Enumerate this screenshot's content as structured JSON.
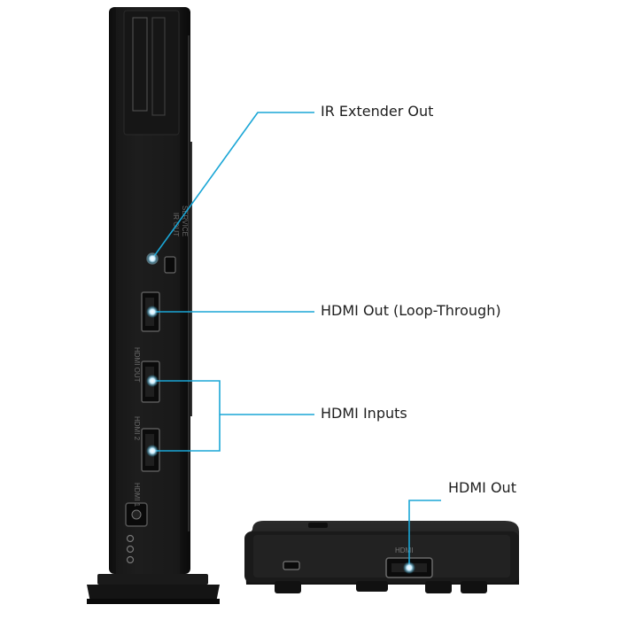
{
  "callouts": {
    "ir_extender_out": "IR Extender Out",
    "hdmi_out_loop": "HDMI Out (Loop-Through)",
    "hdmi_inputs": "HDMI Inputs",
    "hdmi_out": "HDMI Out"
  },
  "device_markings": {
    "vertical_port_labels": [
      "HDMI 1",
      "HDMI 2",
      "HDMI OUT",
      "IR OUT",
      "SERVICE"
    ],
    "receiver_port_label": "HDMI"
  },
  "colors": {
    "callout_line": "#1aa6d6",
    "device_body": "#1b1b1b",
    "background": "#ffffff"
  },
  "icons": [
    "hdmi-port-icon",
    "usb-port-icon",
    "ir-jack-icon",
    "power-jack-icon"
  ]
}
